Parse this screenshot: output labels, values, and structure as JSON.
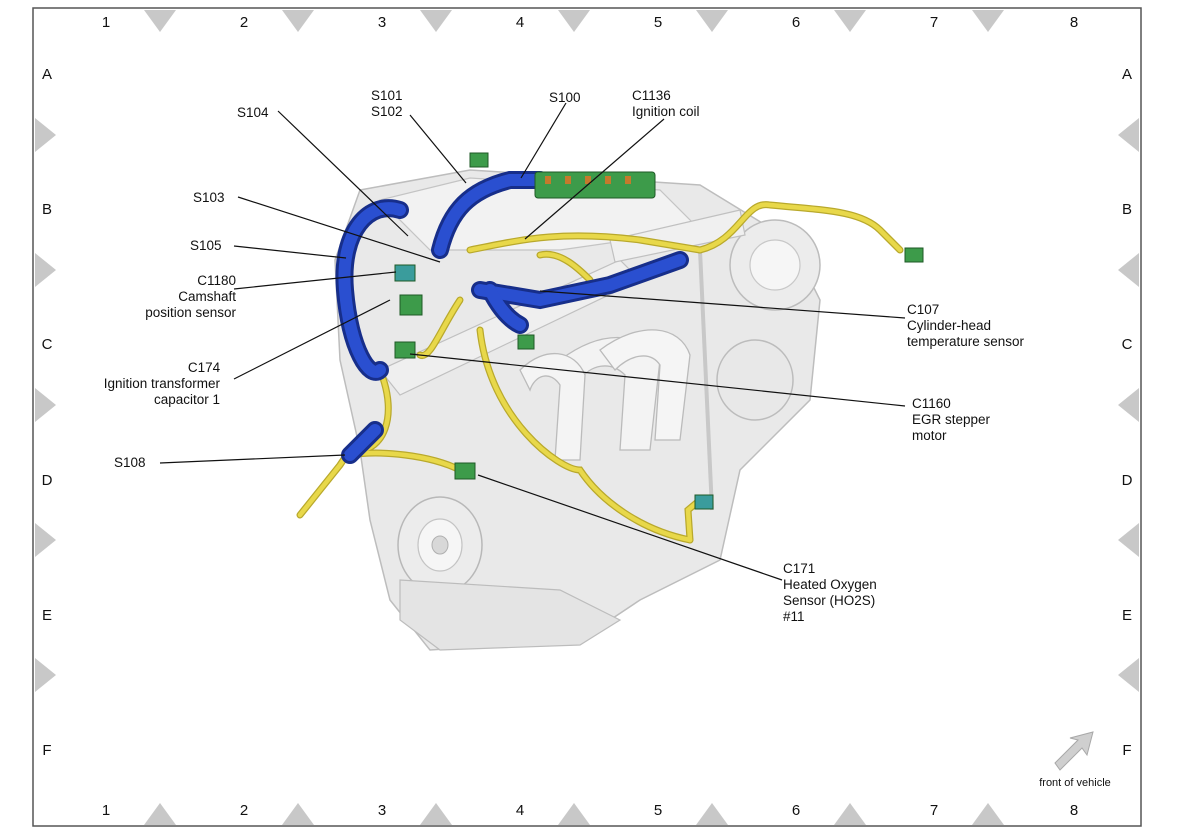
{
  "grid": {
    "columns": [
      "1",
      "2",
      "3",
      "4",
      "5",
      "6",
      "7",
      "8"
    ],
    "rows": [
      "A",
      "B",
      "C",
      "D",
      "E",
      "F"
    ]
  },
  "callouts": {
    "s104": "S104",
    "s101": "S101",
    "s102": "S102",
    "s100": "S100",
    "c1136": [
      "C1136",
      "Ignition coil"
    ],
    "s103": "S103",
    "s105": "S105",
    "c1180": [
      "C1180",
      "Camshaft",
      "position sensor"
    ],
    "c174": [
      "C174",
      "Ignition transformer",
      "capacitor 1"
    ],
    "s108": "S108",
    "c107": [
      "C107",
      "Cylinder-head",
      "temperature sensor"
    ],
    "c1160": [
      "C1160",
      "EGR stepper",
      "motor"
    ],
    "c171": [
      "C171",
      "Heated Oxygen",
      "Sensor (HO2S)",
      "#11"
    ]
  },
  "front_of_vehicle": "front of vehicle",
  "colors": {
    "frame": "#555555",
    "marker": "#c8c8c8",
    "engine": "#e6e6e6",
    "harness_blue": "#1f3fb0",
    "harness_yellow": "#e8d84a",
    "connector_green": "#3d9b4a"
  }
}
